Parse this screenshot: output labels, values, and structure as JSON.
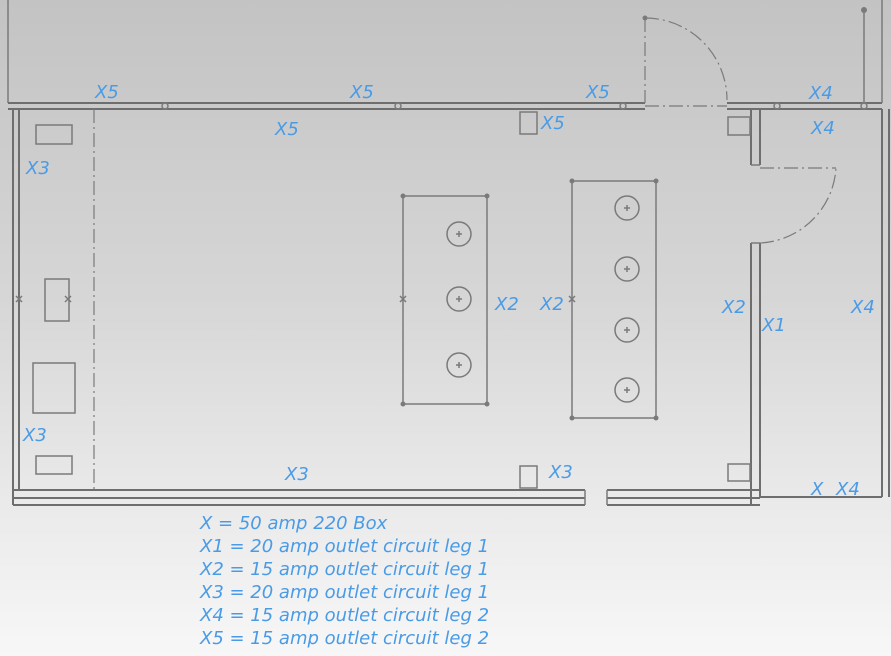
{
  "labels": {
    "top_wall": [
      "X5",
      "X5",
      "X5",
      "X4"
    ],
    "x5_room": "X5",
    "x5_box": "X5",
    "x4_room": "X4",
    "x3_top_left": "X3",
    "x3_bottom_left": "X3",
    "x3_bottom_mid": "X3",
    "x3_bottom_box": "X3",
    "x2_table1": "X2",
    "x2_table2": "X2",
    "x2_wall": "X2",
    "x1_wall": "X1",
    "x4_right": "X4",
    "x_bottom": "X",
    "x4_bottom": "X4"
  },
  "legend": [
    "X = 50 amp 220 Box",
    "X1 = 20 amp outlet circuit leg 1",
    "X2 = 15 amp outlet circuit leg 1",
    "X3 = 20 amp outlet circuit leg 1",
    "X4 = 15 amp outlet circuit leg 2",
    "X5 = 15 amp outlet circuit leg 2"
  ],
  "colors": {
    "label": "#4a9be6",
    "line": "#6e6e6e"
  }
}
